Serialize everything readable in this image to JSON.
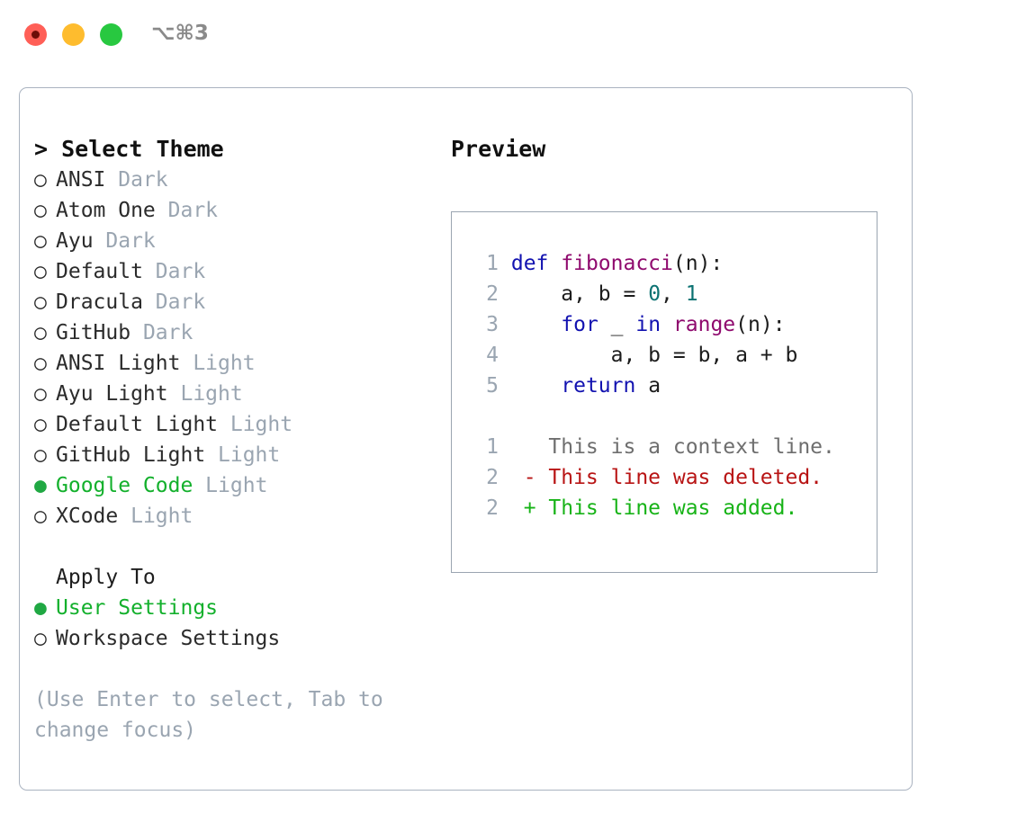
{
  "titlebar": {
    "shortcut": "⌥⌘3",
    "buttons": [
      {
        "name": "close",
        "color": "#ff5f57"
      },
      {
        "name": "minimize",
        "color": "#febc2e"
      },
      {
        "name": "maximize",
        "color": "#28c840"
      }
    ]
  },
  "theme_picker": {
    "header": "> Select Theme",
    "options": [
      {
        "bullet": "○",
        "name": "ANSI",
        "tag": "Dark",
        "selected": false
      },
      {
        "bullet": "○",
        "name": "Atom One",
        "tag": "Dark",
        "selected": false
      },
      {
        "bullet": "○",
        "name": "Ayu",
        "tag": "Dark",
        "selected": false
      },
      {
        "bullet": "○",
        "name": "Default",
        "tag": "Dark",
        "selected": false
      },
      {
        "bullet": "○",
        "name": "Dracula",
        "tag": "Dark",
        "selected": false
      },
      {
        "bullet": "○",
        "name": "GitHub",
        "tag": "Dark",
        "selected": false
      },
      {
        "bullet": "○",
        "name": "ANSI Light",
        "tag": "Light",
        "selected": false
      },
      {
        "bullet": "○",
        "name": "Ayu Light",
        "tag": "Light",
        "selected": false
      },
      {
        "bullet": "○",
        "name": "Default Light",
        "tag": "Light",
        "selected": false
      },
      {
        "bullet": "○",
        "name": "GitHub Light",
        "tag": "Light",
        "selected": false
      },
      {
        "bullet": "●",
        "name": "Google Code",
        "tag": "Light",
        "selected": true
      },
      {
        "bullet": "○",
        "name": "XCode",
        "tag": "Light",
        "selected": false
      }
    ]
  },
  "apply_to": {
    "title": "Apply To",
    "options": [
      {
        "bullet": "●",
        "name": "User Settings",
        "selected": true
      },
      {
        "bullet": "○",
        "name": "Workspace Settings",
        "selected": false
      }
    ]
  },
  "hint": "(Use Enter to select, Tab to\nchange focus)",
  "preview": {
    "title": "Preview",
    "code_lines": [
      {
        "n": "1",
        "tokens": [
          {
            "t": "def ",
            "c": "kw"
          },
          {
            "t": "fibonacci",
            "c": "fn"
          },
          {
            "t": "(n):",
            "c": "pl"
          }
        ]
      },
      {
        "n": "2",
        "tokens": [
          {
            "t": "    a, b = ",
            "c": "pl"
          },
          {
            "t": "0",
            "c": "num"
          },
          {
            "t": ", ",
            "c": "pl"
          },
          {
            "t": "1",
            "c": "num"
          }
        ]
      },
      {
        "n": "3",
        "tokens": [
          {
            "t": "    ",
            "c": "pl"
          },
          {
            "t": "for",
            "c": "kw"
          },
          {
            "t": " _ ",
            "c": "pl"
          },
          {
            "t": "in",
            "c": "kw"
          },
          {
            "t": " ",
            "c": "pl"
          },
          {
            "t": "range",
            "c": "fn"
          },
          {
            "t": "(n):",
            "c": "pl"
          }
        ]
      },
      {
        "n": "4",
        "tokens": [
          {
            "t": "        a, b = b, a + b",
            "c": "pl"
          }
        ]
      },
      {
        "n": "5",
        "tokens": [
          {
            "t": "    ",
            "c": "pl"
          },
          {
            "t": "return",
            "c": "kw"
          },
          {
            "t": " a",
            "c": "pl"
          }
        ]
      }
    ],
    "diff_lines": [
      {
        "n": "1",
        "marker": " ",
        "text": "This is a context line.",
        "kind": "ctx"
      },
      {
        "n": "2",
        "marker": "-",
        "text": "This line was deleted.",
        "kind": "del"
      },
      {
        "n": "2",
        "marker": "+",
        "text": "This line was added.",
        "kind": "add"
      }
    ]
  },
  "colors": {
    "keyword": "#1212b0",
    "function": "#8f0a6e",
    "number": "#0b7272",
    "plain": "#1c1c1c",
    "line_number": "#9aa5b1",
    "diff_context": "#6e6e6e",
    "diff_deleted": "#b81414",
    "diff_added": "#17b317",
    "selected_green": "#13b02c",
    "muted": "#9aa5b1",
    "border": "#aab3c0"
  }
}
